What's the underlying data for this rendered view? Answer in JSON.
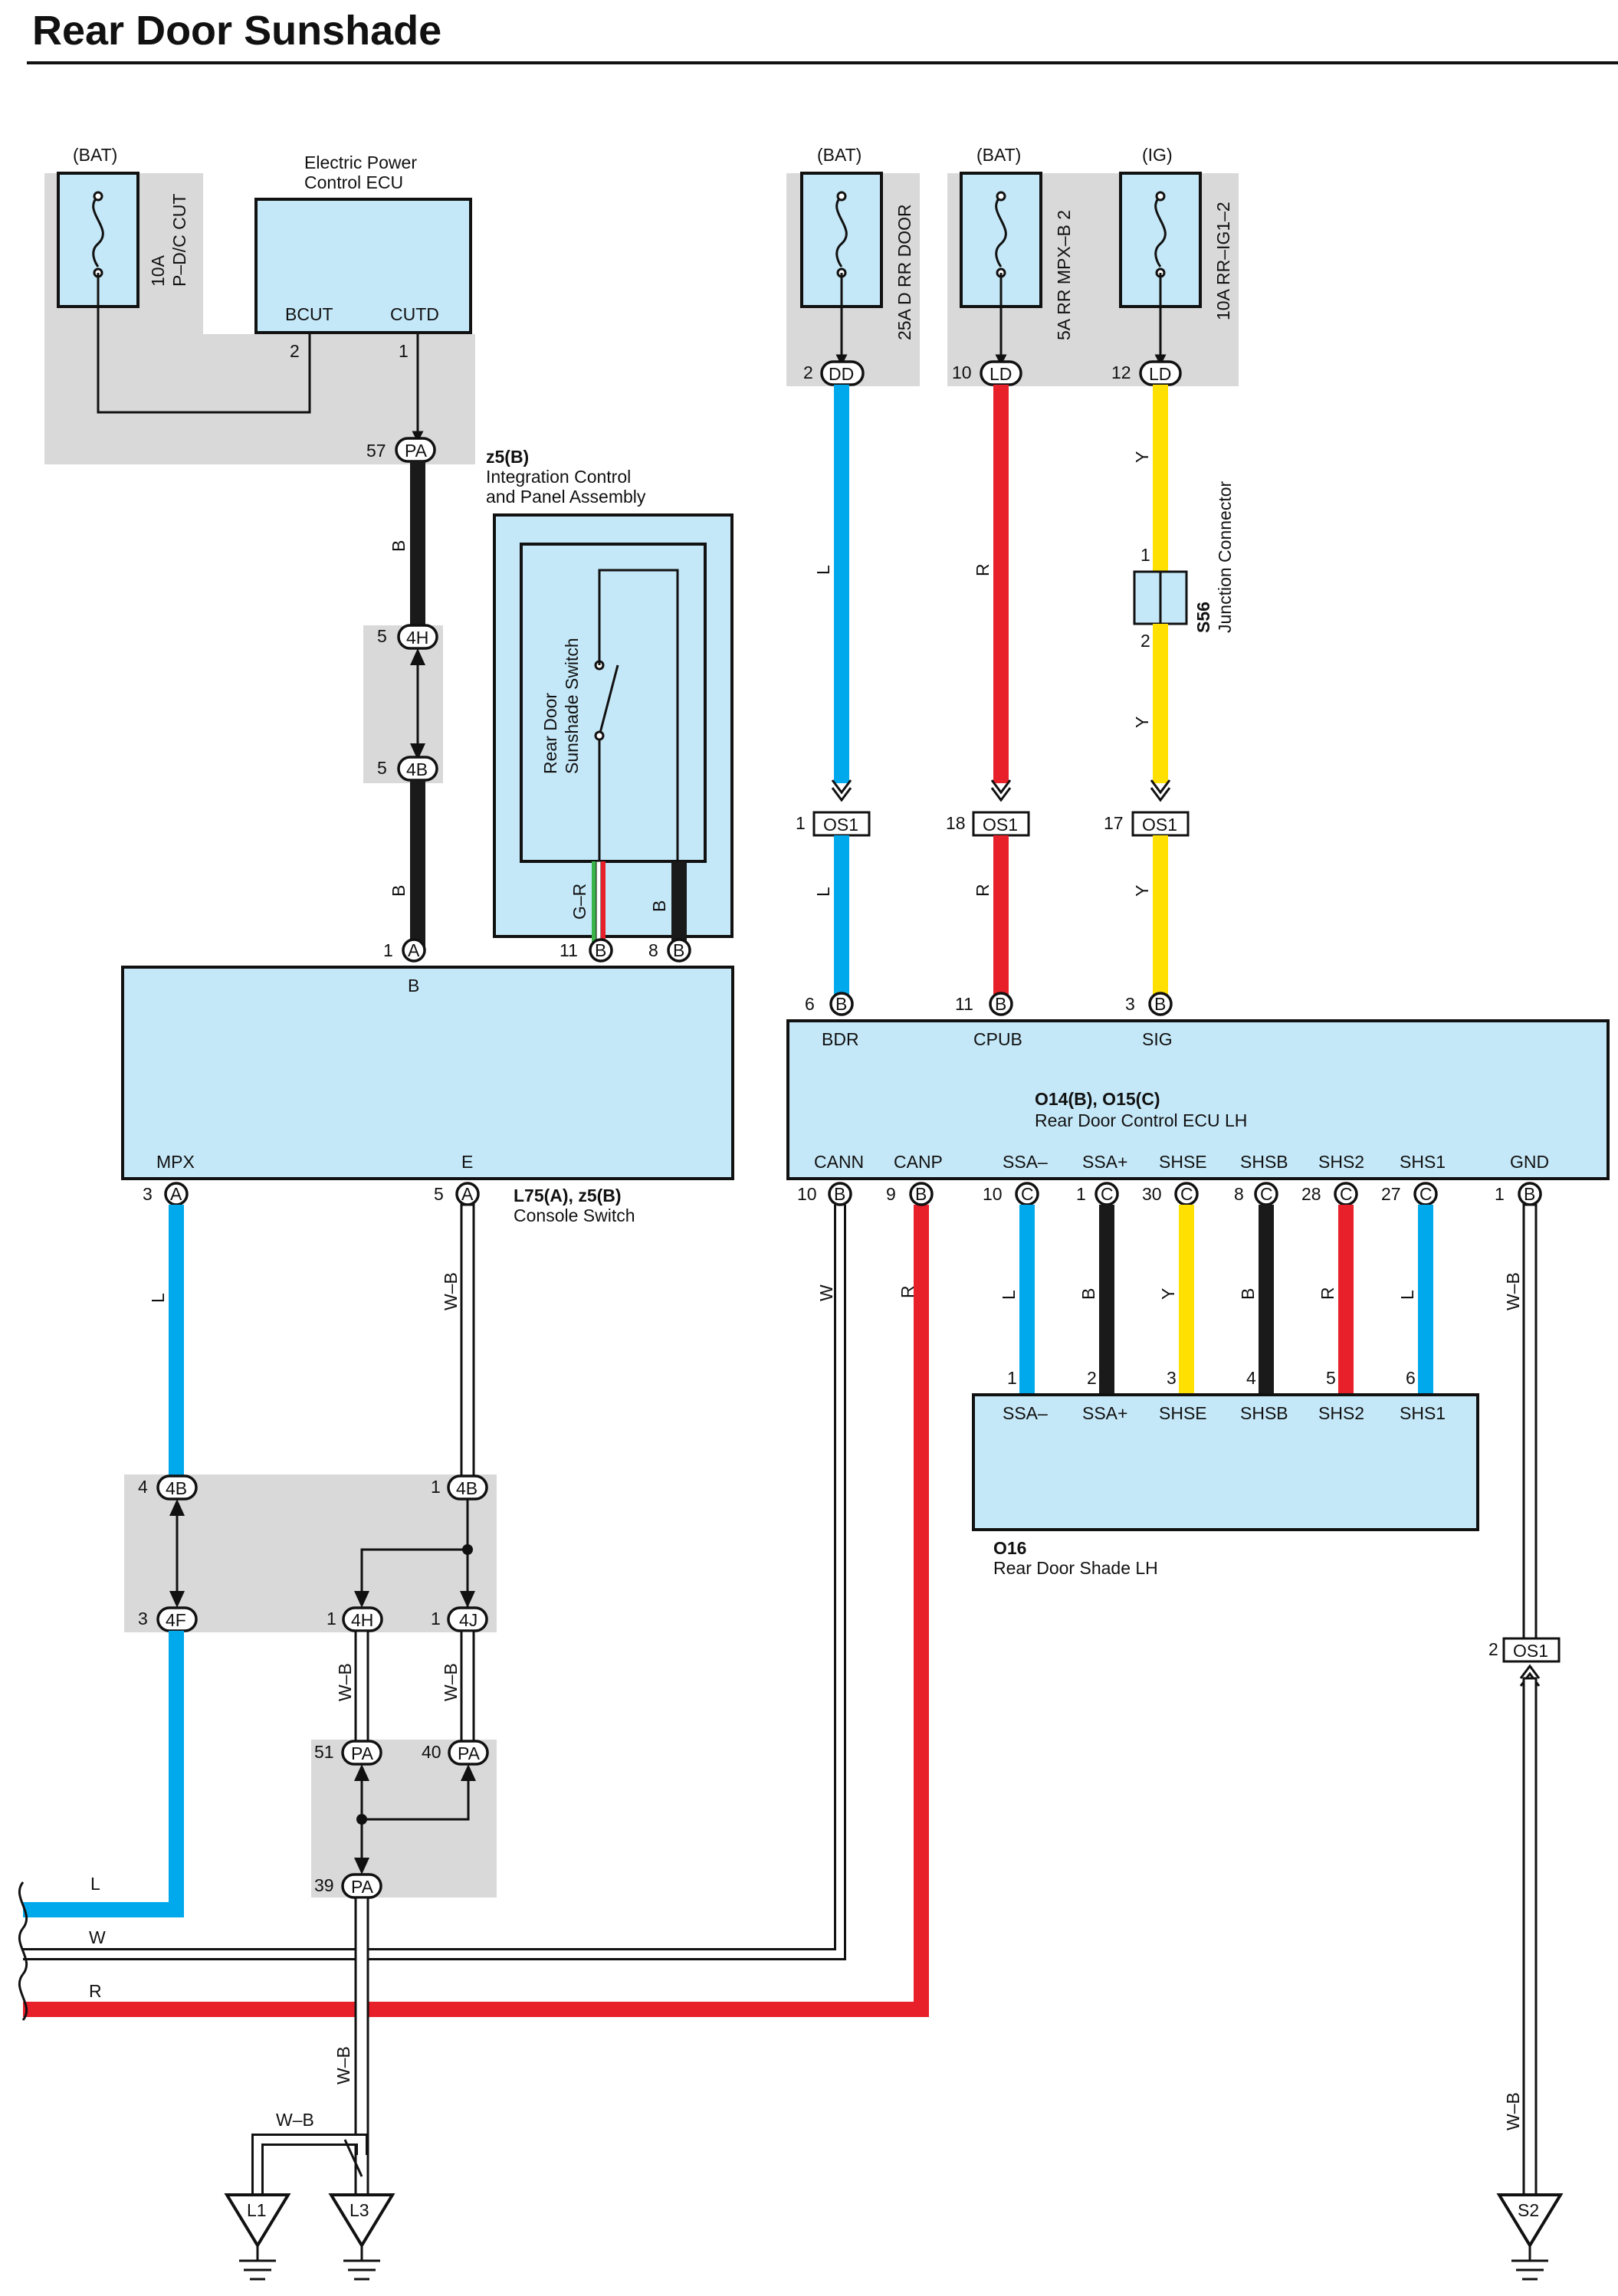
{
  "title": "Rear Door Sunshade",
  "power": {
    "bat1": "(BAT)",
    "fuse_pdc_amp": "10A",
    "fuse_pdc_name": "P–D/C CUT",
    "ecu_name_1": "Electric Power",
    "ecu_name_2": "Control ECU",
    "ecu_bcut": "BCUT",
    "ecu_cutd": "CUTD",
    "ecu_pin_bcut": "2",
    "ecu_pin_cutd": "1",
    "bat2": "(BAT)",
    "fuse_drr": "25A D RR DOOR",
    "bat3": "(BAT)",
    "fuse_mpx": "5A RR MPX–B 2",
    "ig": "(IG)",
    "fuse_ig": "10A RR–IG1–2"
  },
  "connectors": {
    "pa57_pin": "57",
    "pa": "PA",
    "c4h": "4H",
    "c4b": "4B",
    "c4f": "4F",
    "c4j": "4J",
    "dd": "DD",
    "ld": "LD",
    "os1": "OS1",
    "a": "A",
    "b": "B",
    "c": "C",
    "pin5": "5",
    "pin2": "2",
    "pin10": "10",
    "pin12": "12",
    "pin1": "1",
    "pin18": "18",
    "pin17": "17",
    "pin11": "11",
    "pin8": "8",
    "pin6": "6",
    "pin3": "3",
    "pin9": "9",
    "pin30": "30",
    "pin28": "28",
    "pin27": "27",
    "pin4": "4",
    "pin51": "51",
    "pin40": "40",
    "pin39": "39"
  },
  "integration": {
    "code": "z5(B)",
    "name_1": "Integration Control",
    "name_2": "and Panel Assembly",
    "switch_1": "Rear Door",
    "switch_2": "Sunshade Switch"
  },
  "console": {
    "terminal_b": "B",
    "mpx": "MPX",
    "e": "E",
    "code": "L75(A), z5(B)",
    "name": "Console Switch"
  },
  "rear_ecu": {
    "bdr": "BDR",
    "cpub": "CPUB",
    "sig": "SIG",
    "code": "O14(B), O15(C)",
    "name": "Rear Door Control ECU LH",
    "cann": "CANN",
    "canp": "CANP",
    "ssa_minus": "SSA–",
    "ssa_plus": "SSA+",
    "shse": "SHSE",
    "shsb": "SHSB",
    "shs2": "SHS2",
    "shs1": "SHS1",
    "gnd": "GND"
  },
  "junction": {
    "code": "S56",
    "name": "Junction Connector"
  },
  "shade": {
    "code": "O16",
    "name": "Rear Door Shade LH",
    "ssa_minus": "SSA–",
    "ssa_plus": "SSA+",
    "shse": "SHSE",
    "shsb": "SHSB",
    "shs2": "SHS2",
    "shs1": "SHS1",
    "p1": "1",
    "p2": "2",
    "p3": "3",
    "p4": "4",
    "p5": "5",
    "p6": "6"
  },
  "wire_colors": {
    "B": "B",
    "L": "L",
    "R": "R",
    "Y": "Y",
    "W": "W",
    "WB": "W–B",
    "GR": "G–R"
  },
  "grounds": {
    "l1": "L1",
    "l3": "L3",
    "s2": "S2"
  },
  "colors": {
    "blue": "#00a9ec",
    "red": "#e8202a",
    "yellow": "#ffe000",
    "black": "#1a1a1a",
    "panel": "#c5e8f8",
    "shade": "#d9d9d9"
  }
}
